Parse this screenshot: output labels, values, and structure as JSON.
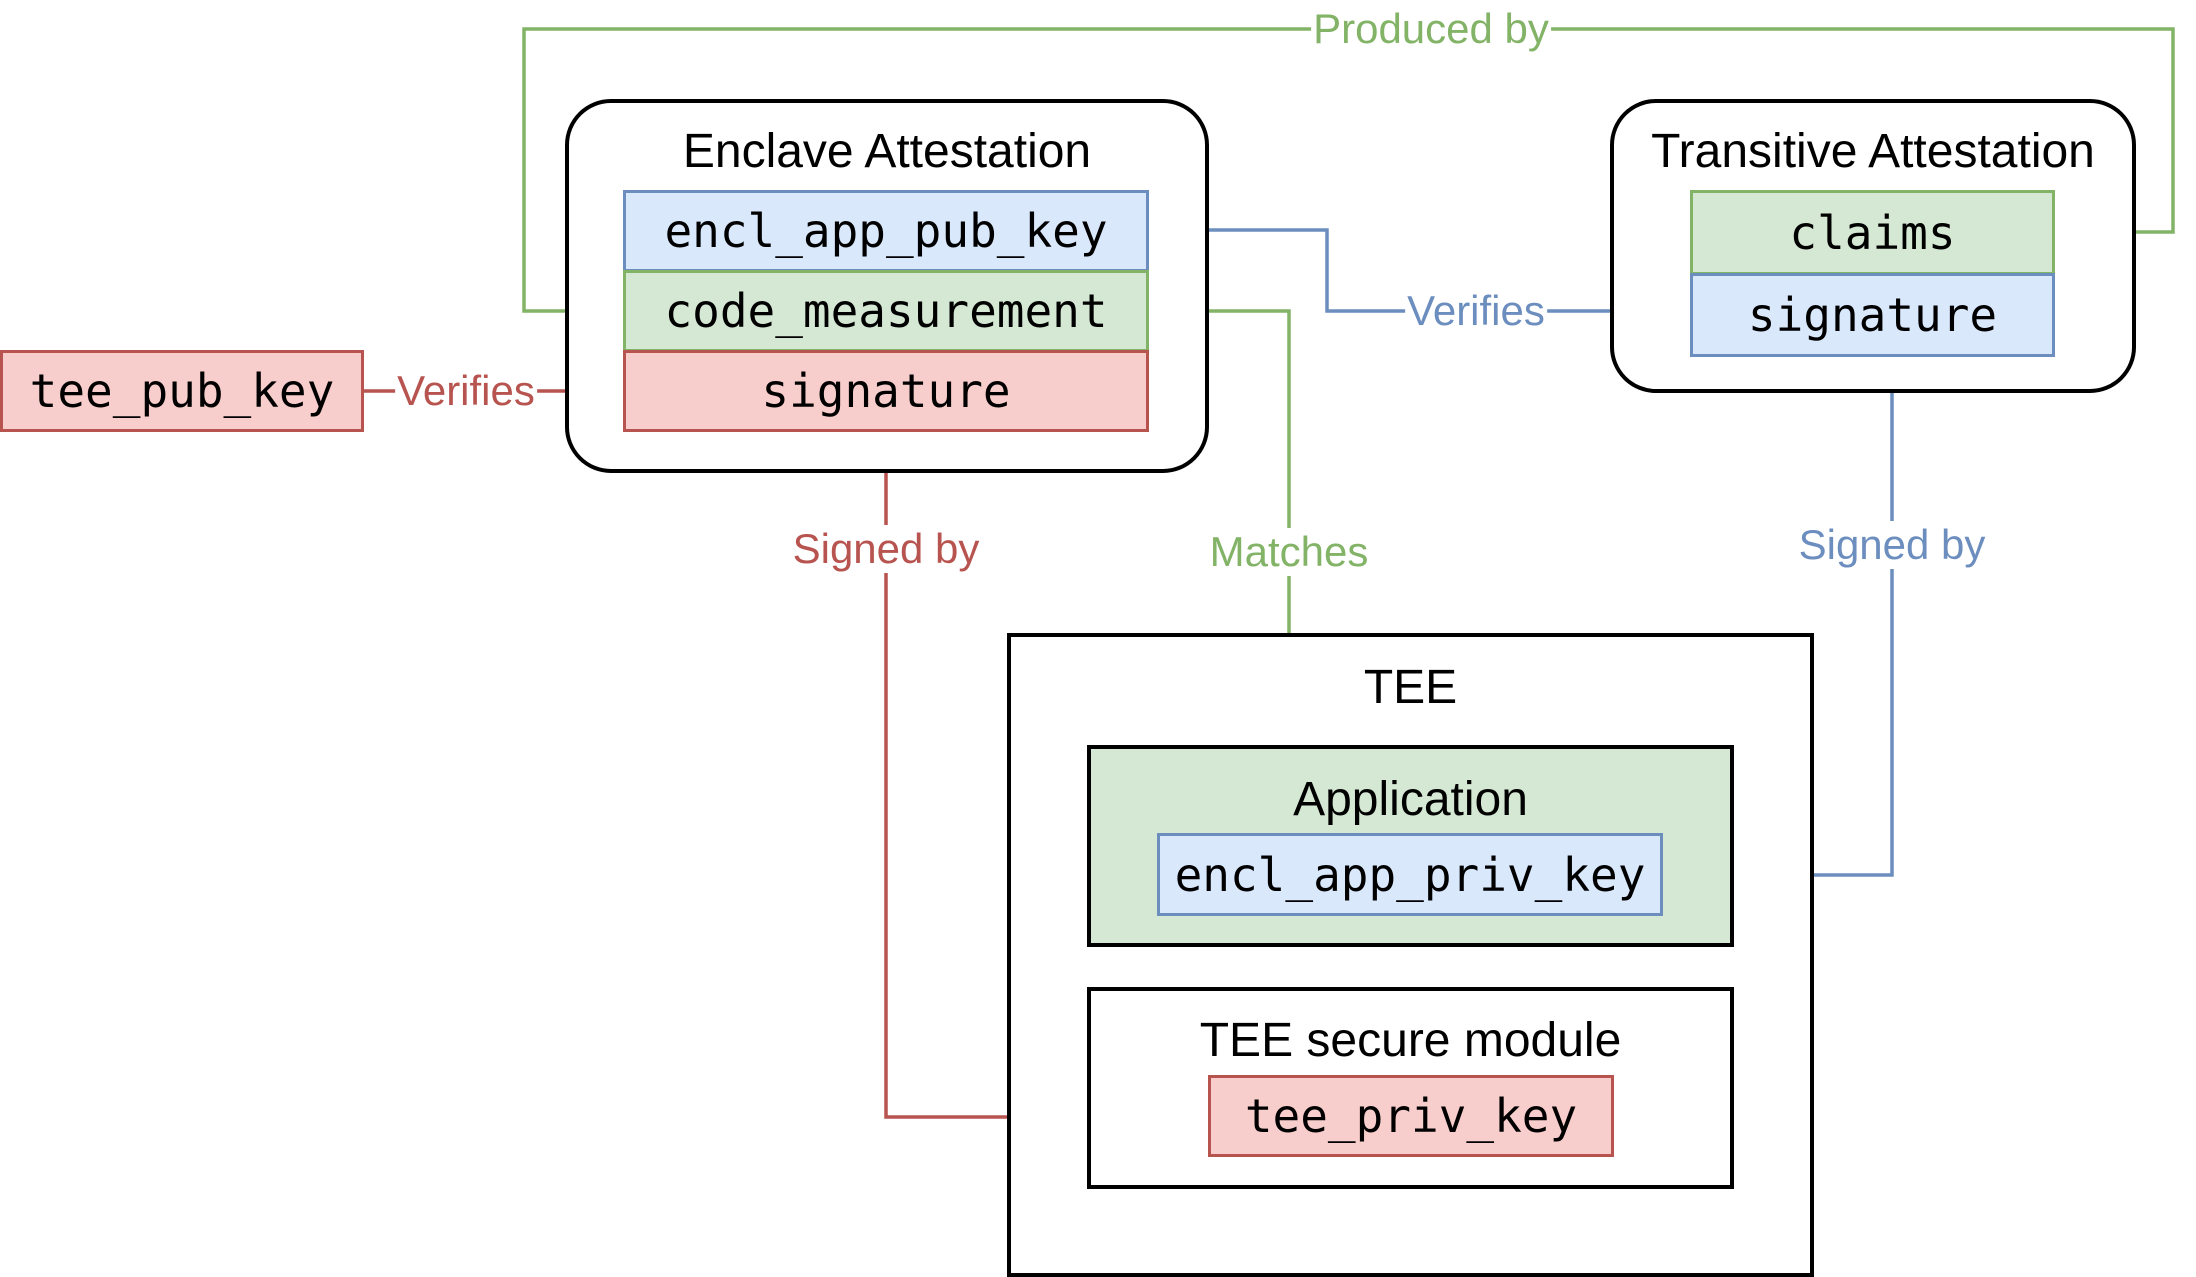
{
  "colors": {
    "blue_fill": "#dae8fc",
    "blue_stroke": "#6c8ebf",
    "green_fill": "#d5e8d4",
    "green_stroke": "#82b366",
    "red_fill": "#f8cecc",
    "red_stroke": "#b85450"
  },
  "enclave_attestation": {
    "title": "Enclave Attestation",
    "encl_app_pub_key": "encl_app_pub_key",
    "code_measurement": "code_measurement",
    "signature": "signature"
  },
  "transitive_attestation": {
    "title": "Transitive Attestation",
    "claims": "claims",
    "signature": "signature"
  },
  "tee_pub_key": "tee_pub_key",
  "tee": {
    "title": "TEE",
    "application": {
      "title": "Application",
      "encl_app_priv_key": "encl_app_priv_key"
    },
    "secure_module": {
      "title": "TEE secure module",
      "tee_priv_key": "tee_priv_key"
    }
  },
  "edges": {
    "produced_by": "Produced by",
    "verifies_red": "Verifies",
    "verifies_blue": "Verifies",
    "signed_by_red": "Signed by",
    "matches": "Matches",
    "signed_by_blue": "Signed by"
  }
}
